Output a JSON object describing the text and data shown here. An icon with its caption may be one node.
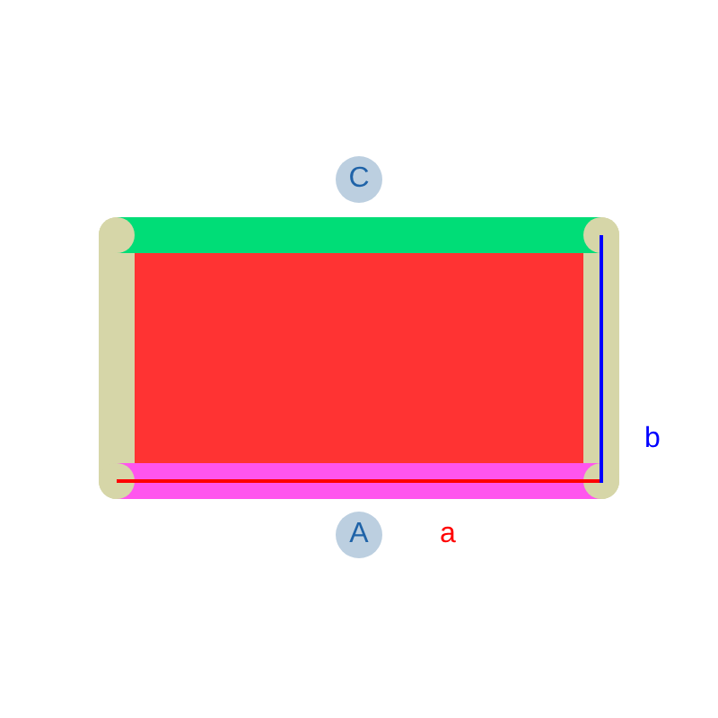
{
  "diagram": {
    "labels": [
      "C",
      "b",
      "A",
      "a"
    ]
  }
}
